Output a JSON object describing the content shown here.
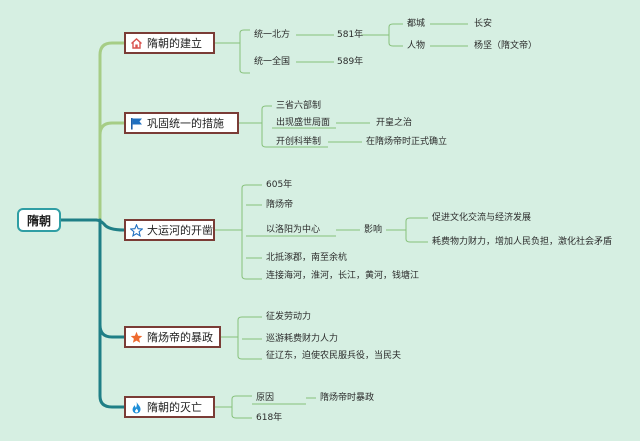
{
  "root": {
    "label": "隋朝"
  },
  "branches": [
    {
      "label": "隋朝的建立",
      "icon": "home-icon",
      "children": [
        {
          "label": "统一北方",
          "value": "581年",
          "details": [
            {
              "label": "都城",
              "value": "长安"
            },
            {
              "label": "人物",
              "value": "杨坚（隋文帝）"
            }
          ]
        },
        {
          "label": "统一全国",
          "value": "589年"
        }
      ]
    },
    {
      "label": "巩固统一的措施",
      "icon": "flag-icon",
      "children": [
        {
          "label": "三省六部制"
        },
        {
          "label": "出现盛世局面",
          "value": "开皇之治"
        },
        {
          "label": "开创科举制",
          "value": "在隋炀帝时正式确立"
        }
      ]
    },
    {
      "label": "大运河的开凿",
      "icon": "star-outline-icon",
      "children": [
        {
          "label": "605年"
        },
        {
          "label": "隋炀帝"
        },
        {
          "label": "以洛阳为中心",
          "value": "影响",
          "effects": [
            "促进文化交流与经济发展",
            "耗费物力财力，增加人民负担，激化社会矛盾"
          ]
        },
        {
          "label": "北抵涿郡，南至余杭"
        },
        {
          "label": "连接海河，淮河，长江，黄河，钱塘江"
        }
      ]
    },
    {
      "label": "隋炀帝的暴政",
      "icon": "star-filled-icon",
      "children": [
        {
          "label": "征发劳动力"
        },
        {
          "label": "巡游耗费财力人力"
        },
        {
          "label": "征辽东，迫使农民服兵役，当民夫"
        }
      ]
    },
    {
      "label": "隋朝的灭亡",
      "icon": "flame-icon",
      "children": [
        {
          "label": "原因",
          "value": "隋炀帝时暴政"
        },
        {
          "label": "618年"
        }
      ]
    }
  ],
  "colors": {
    "background": "#d6efe2",
    "trunk": "#1f7f86",
    "trunk_light": "#a6cd86",
    "branch_border": "#7a3c36",
    "leaf_line": "#86c07a"
  }
}
